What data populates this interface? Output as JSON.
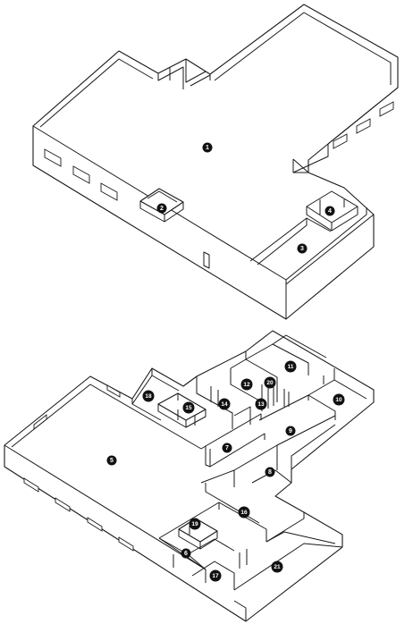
{
  "upper_plan": {
    "rooms": [
      {
        "number": "1"
      },
      {
        "number": "2"
      },
      {
        "number": "3"
      },
      {
        "number": "4"
      }
    ]
  },
  "lower_plan": {
    "rooms": [
      {
        "number": "5"
      },
      {
        "number": "6"
      },
      {
        "number": "7"
      },
      {
        "number": "8"
      },
      {
        "number": "9"
      },
      {
        "number": "10"
      },
      {
        "number": "11"
      },
      {
        "number": "12"
      },
      {
        "number": "13"
      },
      {
        "number": "14"
      },
      {
        "number": "15"
      },
      {
        "number": "16"
      },
      {
        "number": "17"
      },
      {
        "number": "18"
      },
      {
        "number": "19"
      },
      {
        "number": "20"
      },
      {
        "number": "21"
      }
    ]
  },
  "colors": {
    "line": "#1a1a1a",
    "marker": "#111111",
    "background": "#ffffff"
  }
}
